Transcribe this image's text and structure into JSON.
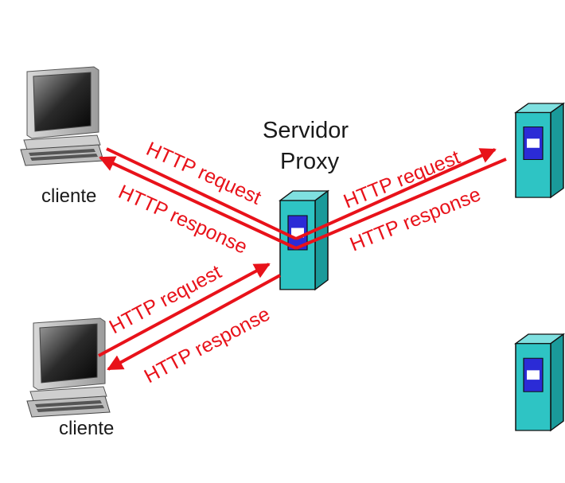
{
  "proxy_label": {
    "line1": "Servidor",
    "line2": "Proxy"
  },
  "client_top": {
    "label": "cliente"
  },
  "client_bottom": {
    "label": "cliente"
  },
  "arrows": {
    "top_client_request": "HTTP request",
    "top_client_response": "HTTP response",
    "server_request": "HTTP request",
    "server_response": "HTTP response",
    "bottom_client_request": "HTTP request",
    "bottom_client_response": "HTTP response"
  },
  "icons": [
    "computer-icon",
    "server-tower-icon"
  ],
  "colors": {
    "arrow": "#e8121a",
    "server_body": "#2ec4c4",
    "server_slot": "#2b2bd6"
  }
}
